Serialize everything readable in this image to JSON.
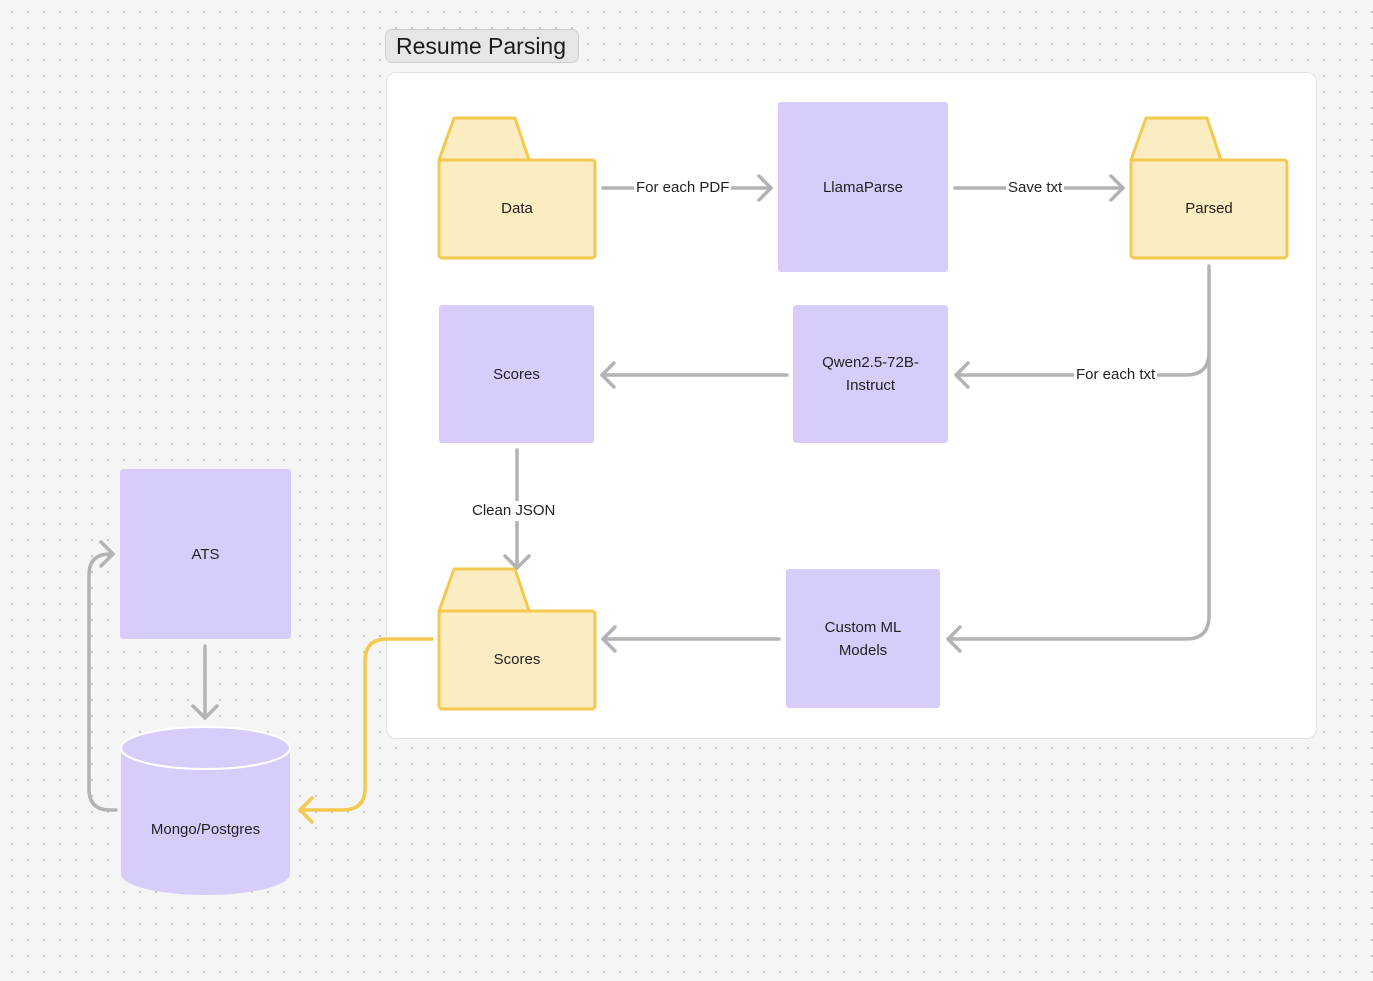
{
  "diagram": {
    "title": "Resume Parsing",
    "nodes": {
      "data_folder": "Data",
      "llamaparse": "LlamaParse",
      "parsed_folder": "Parsed",
      "scores_box": "Scores",
      "qwen_model": "Qwen2.5-72B-\nInstruct",
      "scores_folder": "Scores",
      "custom_ml": "Custom ML\nModels",
      "ats": "ATS",
      "database": "Mongo/Postgres"
    },
    "edges": {
      "for_each_pdf": "For each PDF",
      "save_txt": "Save txt",
      "for_each_txt": "For each txt",
      "clean_json": "Clean JSON"
    },
    "colors": {
      "process_fill": "#d8cdfa",
      "folder_fill": "#fcecc2",
      "folder_stroke": "#f4c94f",
      "arrow_gray": "#b3b3b3",
      "arrow_yellow": "#f4c94f",
      "frame_fill": "#ffffff"
    }
  }
}
